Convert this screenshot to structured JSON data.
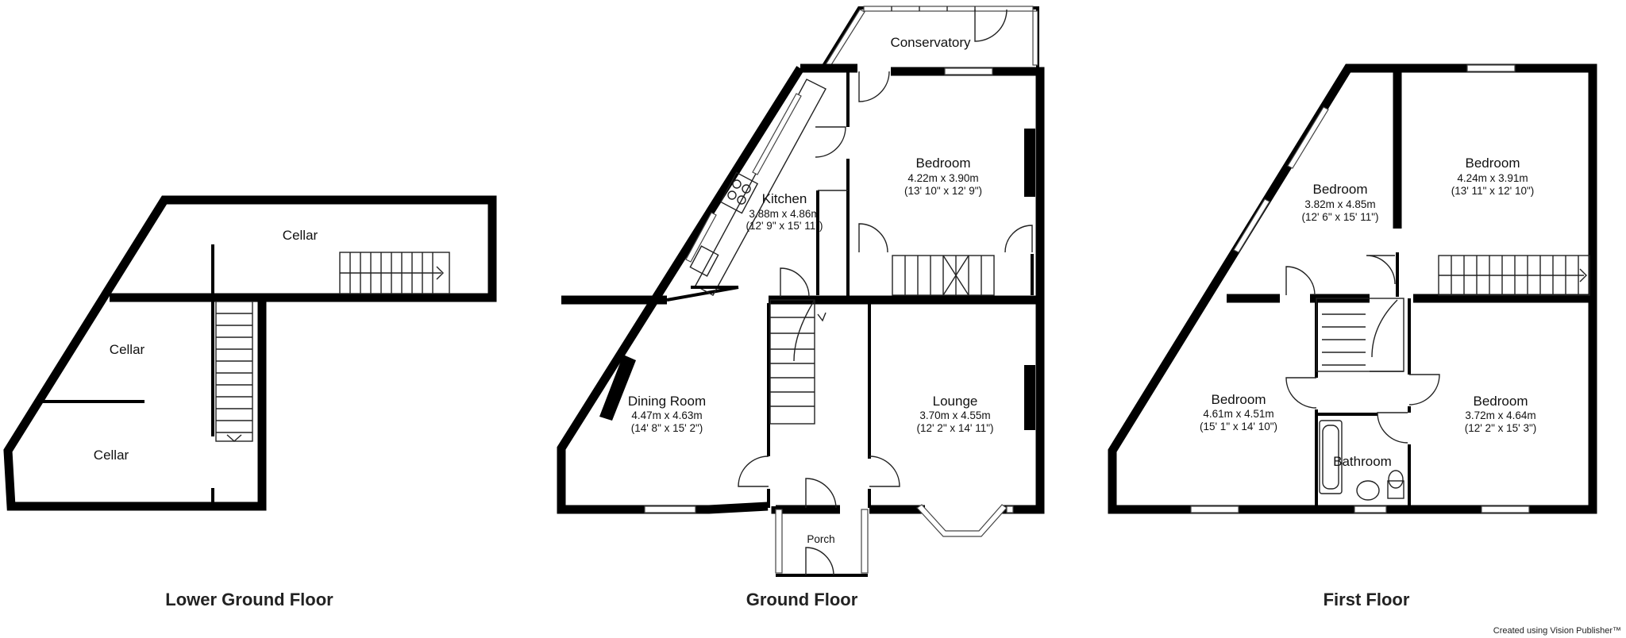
{
  "floors": {
    "lower": {
      "label": "Lower Ground Floor",
      "rooms": [
        {
          "name": "Cellar"
        },
        {
          "name": "Cellar"
        },
        {
          "name": "Cellar"
        }
      ]
    },
    "ground": {
      "label": "Ground Floor",
      "conservatory": {
        "name": "Conservatory"
      },
      "kitchen": {
        "name": "Kitchen",
        "metric": "3.88m x 4.86m",
        "imperial": "(12' 9\" x 15' 11\")"
      },
      "bedroom": {
        "name": "Bedroom",
        "metric": "4.22m x 3.90m",
        "imperial": "(13' 10\" x 12' 9\")"
      },
      "dining": {
        "name": "Dining Room",
        "metric": "4.47m x 4.63m",
        "imperial": "(14' 8\" x 15' 2\")"
      },
      "lounge": {
        "name": "Lounge",
        "metric": "3.70m x 4.55m",
        "imperial": "(12' 2\" x 14' 11\")"
      },
      "porch": {
        "name": "Porch"
      }
    },
    "first": {
      "label": "First Floor",
      "bedroom_nw": {
        "name": "Bedroom",
        "metric": "3.82m x 4.85m",
        "imperial": "(12' 6\" x 15' 11\")"
      },
      "bedroom_ne": {
        "name": "Bedroom",
        "metric": "4.24m x 3.91m",
        "imperial": "(13' 11\" x 12' 10\")"
      },
      "bedroom_sw": {
        "name": "Bedroom",
        "metric": "4.61m x 4.51m",
        "imperial": "(15' 1\" x 14' 10\")"
      },
      "bedroom_se": {
        "name": "Bedroom",
        "metric": "3.72m x 4.64m",
        "imperial": "(12' 2\" x 15' 3\")"
      },
      "bathroom": {
        "name": "Bathroom"
      }
    }
  },
  "credit": "Created using Vision Publisher™"
}
